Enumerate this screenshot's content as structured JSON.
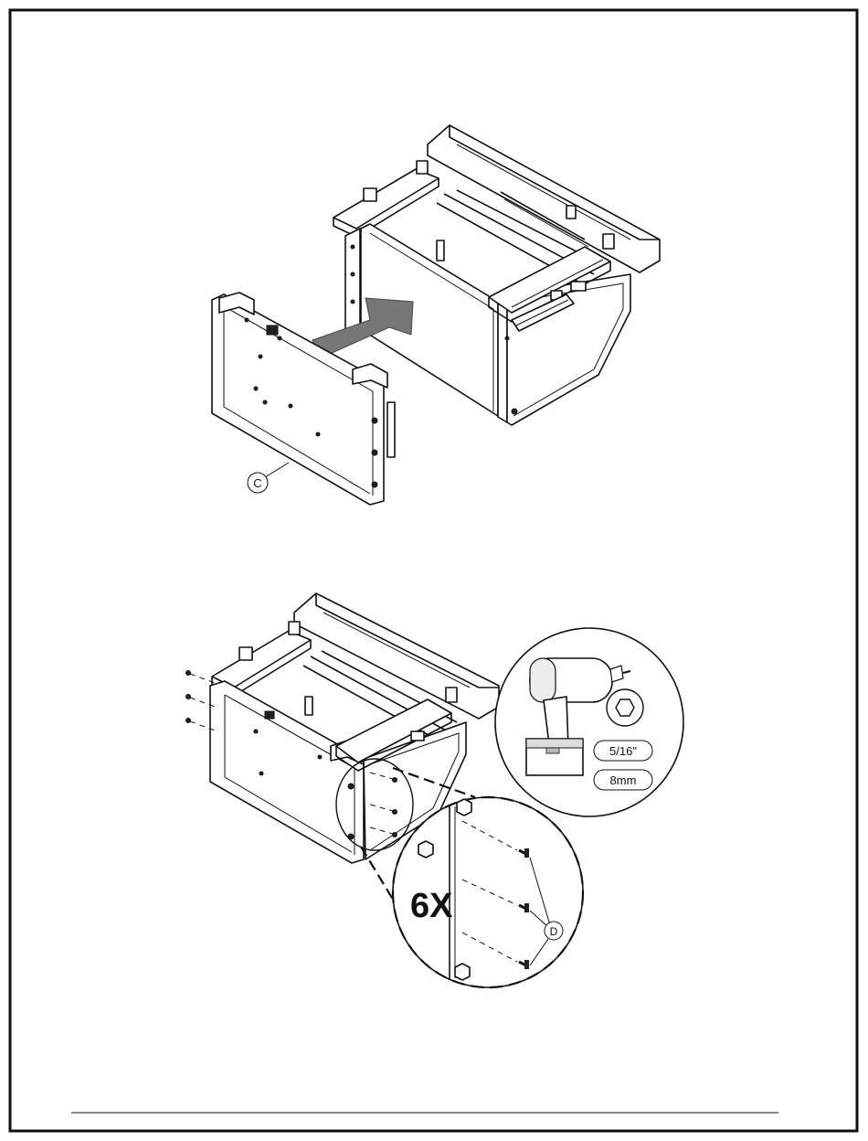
{
  "step_top": {
    "callout_c": "C"
  },
  "step_bottom": {
    "callout_d": "D",
    "quantity": "6X",
    "tool": {
      "icon": "power-drill-icon",
      "socket_icon": "hex-socket-icon",
      "size_imperial": "5/16\"",
      "size_metric": "8mm"
    }
  }
}
